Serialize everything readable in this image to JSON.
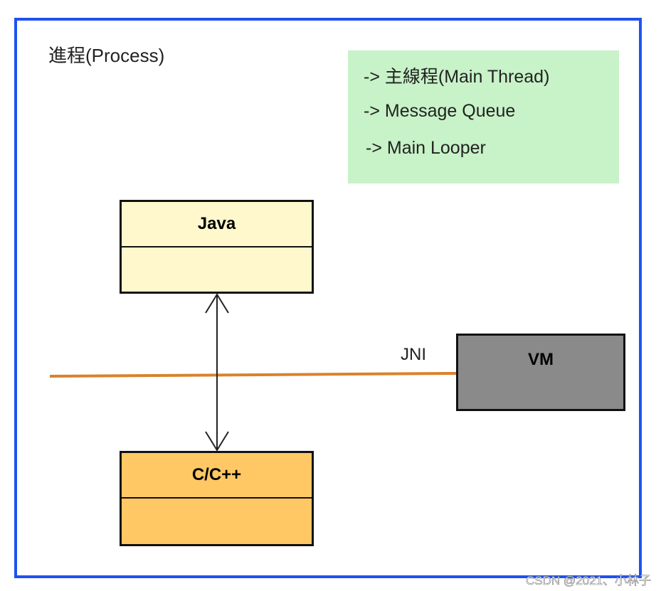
{
  "diagram": {
    "process_label": "進程(Process)",
    "notes": [
      "-> 主線程(Main Thread)",
      "-> Message Queue",
      "-> Main Looper"
    ],
    "java_label": "Java",
    "cpp_label": "C/C++",
    "vm_label": "VM",
    "jni_label": "JNI",
    "colors": {
      "frame": "#1f52f0",
      "note": "#c8f2c8",
      "java": "#fff8cc",
      "cpp": "#ffc864",
      "vm": "#8a8a8a",
      "jni_line": "#d9822b"
    }
  },
  "watermark": "CSDN @2021、小林子"
}
